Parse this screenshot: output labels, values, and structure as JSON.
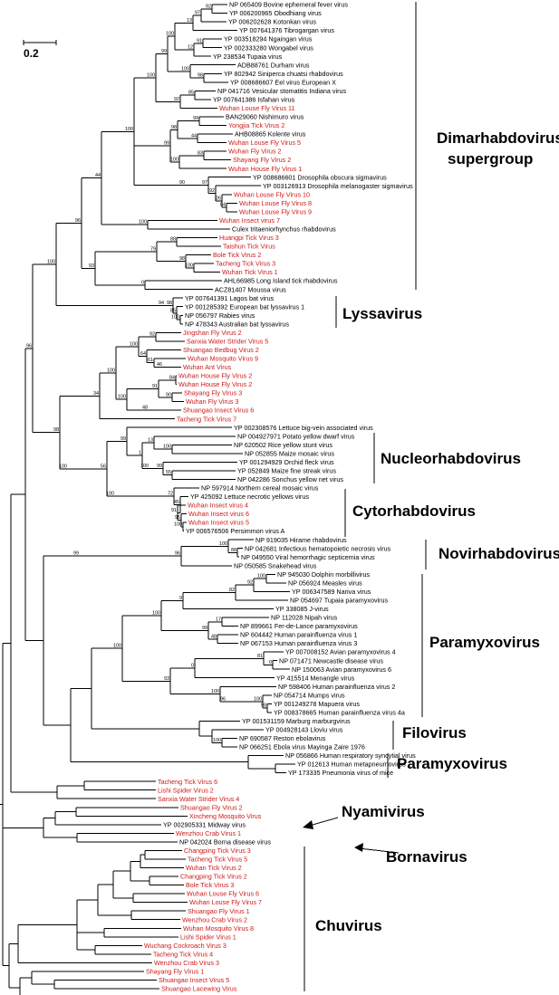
{
  "scale_label": "0.2",
  "colors": {
    "novel": "#cc1a1a",
    "known": "#000000"
  },
  "groups": [
    {
      "label": "Dimarhabdovirus"
    },
    {
      "label": "supergroup"
    },
    {
      "label": "Lyssavirus"
    },
    {
      "label": "Nucleorhabdovirus"
    },
    {
      "label": "Cytorhabdovirus"
    },
    {
      "label": "Novirhabdovirus"
    },
    {
      "label": "Paramyxovirus"
    },
    {
      "label": "Filovirus"
    },
    {
      "label": "Paramyxovirus"
    },
    {
      "label": "Nyamivirus"
    },
    {
      "label": "Bornavirus"
    },
    {
      "label": "Chuvirus"
    }
  ],
  "leaves": [
    {
      "label": "NP 065409 Bovine ephemeral fever virus",
      "red": false
    },
    {
      "label": "YP 006200965 Obodhiang virus",
      "red": false
    },
    {
      "label": "YP 006202628 Kotonkan virus",
      "red": false
    },
    {
      "label": "YP 007641376 Tibrogargan virus",
      "red": false
    },
    {
      "label": "YP 003518294 Ngaingan virus",
      "red": false
    },
    {
      "label": "YP 002333280 Wongabel virus",
      "red": false
    },
    {
      "label": "YP 238534 Tupaia virus",
      "red": false
    },
    {
      "label": "ADB88761 Durham virus",
      "red": false
    },
    {
      "label": "YP 802942 Siniperca chuatsi rhabdovirus",
      "red": false
    },
    {
      "label": "YP 008686607 Eel virus European X",
      "red": false
    },
    {
      "label": "NP 041716 Vesicular stomatitis Indiana virus",
      "red": false
    },
    {
      "label": "YP 007641386 Isfahan virus",
      "red": false
    },
    {
      "label": "Wuhan Louse Fly Virus 11",
      "red": true
    },
    {
      "label": "BAN29060 Nishimuro virus",
      "red": false
    },
    {
      "label": "Yongjia Tick Virus 2",
      "red": true
    },
    {
      "label": "AHB08865 Kolente virus",
      "red": false
    },
    {
      "label": "Wuhan Louse Fly Virus 5",
      "red": true
    },
    {
      "label": "Wuhan Fly Virus 2",
      "red": true
    },
    {
      "label": "Shayang Fly Virus 2",
      "red": true
    },
    {
      "label": "Wuhan House Fly Virus 1",
      "red": true
    },
    {
      "label": "YP 008686601 Drosophila obscura sigmavirus",
      "red": false
    },
    {
      "label": "YP 003126913 Drosophila melanogaster sigmavirus",
      "red": false
    },
    {
      "label": "Wuhan Louse Fly Virus 10",
      "red": true
    },
    {
      "label": "Wuhan Louse Fly Virus 8",
      "red": true
    },
    {
      "label": "Wuhan Louse Fly Virus 9",
      "red": true
    },
    {
      "label": "Wuhan Insect virus 7",
      "red": true
    },
    {
      "label": "Culex tritaeniorhynchus rhabdovirus",
      "red": false
    },
    {
      "label": "Huangpi Tick Virus 3",
      "red": true
    },
    {
      "label": "Taishun Tick Virus",
      "red": true
    },
    {
      "label": "Bole Tick Virus 2",
      "red": true
    },
    {
      "label": "Tacheng Tick Virus 3",
      "red": true
    },
    {
      "label": "Wuhan Tick Virus 1",
      "red": true
    },
    {
      "label": "AHL66985 Long Island tick rhabdovirus",
      "red": false
    },
    {
      "label": "ACZ81407 Moussa virus",
      "red": false
    },
    {
      "label": "YP 007641391 Lagos bat virus",
      "red": false
    },
    {
      "label": "YP 001285392 European bat lyssavirus 1",
      "red": false
    },
    {
      "label": "NP 056797 Rabies virus",
      "red": false
    },
    {
      "label": "NP 478343 Australian bat lyssavirus",
      "red": false
    },
    {
      "label": "Jingshan Fly Virus 2",
      "red": true
    },
    {
      "label": "Sanxia Water Strider Virus 5",
      "red": true
    },
    {
      "label": "Shuangao Bedbug Virus 2",
      "red": true
    },
    {
      "label": "Wuhan Mosquito Virus 9",
      "red": true
    },
    {
      "label": "Wuhan Ant Virus",
      "red": true
    },
    {
      "label": "Wuhan House Fly Virus 2",
      "red": true
    },
    {
      "label": "Wuhan House Fly Virus 2",
      "red": true
    },
    {
      "label": "Shayang Fly Virus 3",
      "red": true
    },
    {
      "label": "Wuhan Fly Virus 3",
      "red": true
    },
    {
      "label": "Shuangao Insect Virus 6",
      "red": true
    },
    {
      "label": "Tacheng Tick Virus 7",
      "red": true
    },
    {
      "label": "YP 002308576 Lettuce big-vein associated virus",
      "red": false
    },
    {
      "label": "NP 004927971 Potato yellow dwarf virus",
      "red": false
    },
    {
      "label": "NP 620502 Rice yellow stunt virus",
      "red": false
    },
    {
      "label": "NP 052855 Maize mosaic virus",
      "red": false
    },
    {
      "label": "YP 001294929 Orchid fleck virus",
      "red": false
    },
    {
      "label": "YP 052849 Maize fine streak virus",
      "red": false
    },
    {
      "label": "NP 042286 Sonchus yellow net virus",
      "red": false
    },
    {
      "label": "NP 597914 Northern cereal mosaic virus",
      "red": false
    },
    {
      "label": "YP 425092 Lettuce necrotic yellows virus",
      "red": false
    },
    {
      "label": "Wuhan Insect virus 4",
      "red": true
    },
    {
      "label": "Wuhan Insect virus 6",
      "red": true
    },
    {
      "label": "Wuhan Insect virus 5",
      "red": true
    },
    {
      "label": "YP 006576506 Persimmon virus A",
      "red": false
    },
    {
      "label": "NP 919035 Hirame rhabdovirus",
      "red": false
    },
    {
      "label": "NP 042681 Infectious hematopoietic necrosis virus",
      "red": false
    },
    {
      "label": "NP 049550 Viral hemorrhagic septicemia virus",
      "red": false
    },
    {
      "label": "NP 050585 Snakehead virus",
      "red": false
    },
    {
      "label": "NP 945030 Dolphin morbillivirus",
      "red": false
    },
    {
      "label": "NP 056924 Measles virus",
      "red": false
    },
    {
      "label": "YP 006347589 Nariva virus",
      "red": false
    },
    {
      "label": "NP 054697 Tupaia paramyxovirus",
      "red": false
    },
    {
      "label": "YP 338085 J-virus",
      "red": false
    },
    {
      "label": "NP 112028 Nipah virus",
      "red": false
    },
    {
      "label": "NP 899661 Fer-de-Lance paramyxovirus",
      "red": false
    },
    {
      "label": "NP 604442 Human parainfluenza virus 1",
      "red": false
    },
    {
      "label": "NP 067153 Human parainfluenza virus 3",
      "red": false
    },
    {
      "label": "YP 007008152 Avian paramyxovirus 4",
      "red": false
    },
    {
      "label": "NP 071471 Newcastle disease virus",
      "red": false
    },
    {
      "label": "NP 150063 Avian paramyxovirus 6",
      "red": false
    },
    {
      "label": "YP 415514 Menangle virus",
      "red": false
    },
    {
      "label": "NP 598406 Human parainfluenza virus 2",
      "red": false
    },
    {
      "label": "NP 054714 Mumps virus",
      "red": false
    },
    {
      "label": "YP 001249278 Mapuera virus",
      "red": false
    },
    {
      "label": "YP 008378665 Human parainfluenza virus 4a",
      "red": false
    },
    {
      "label": "YP 001531159 Marburg marburgvirus",
      "red": false
    },
    {
      "label": "YP 004928143 Lloviu virus",
      "red": false
    },
    {
      "label": "NP 690587 Reston ebolavirus",
      "red": false
    },
    {
      "label": "NP 066251 Ebola virus Mayinga Zaire 1976",
      "red": false
    },
    {
      "label": "NP 056866 Human respiratory syncytial virus",
      "red": false
    },
    {
      "label": "YP 012613 Human metapneumovirus",
      "red": false
    },
    {
      "label": "YP 173335 Pneumonia virus of mice",
      "red": false
    },
    {
      "label": "Tacheng Tick Virus 6",
      "red": true
    },
    {
      "label": "Lishi Spider Virus 2",
      "red": true
    },
    {
      "label": "Sanxia Water Strider Virus 4",
      "red": true
    },
    {
      "label": "Shuangao Fly Virus 2",
      "red": true
    },
    {
      "label": "Xincheng Mosquito Virus",
      "red": true
    },
    {
      "label": "YP 002905331 Midway virus",
      "red": false
    },
    {
      "label": "Wenzhou Crab Virus 1",
      "red": true
    },
    {
      "label": "NP 042024 Borna disease virus",
      "red": false
    },
    {
      "label": "Changping Tick Virus 3",
      "red": true
    },
    {
      "label": "Tacheng Tick Virus 5",
      "red": true
    },
    {
      "label": "Wuhan Tick Virus 2",
      "red": true
    },
    {
      "label": "Changping Tick Virus 2",
      "red": true
    },
    {
      "label": "Bole Tick Virus 3",
      "red": true
    },
    {
      "label": "Wuhan Louse Fly Virus 6",
      "red": true
    },
    {
      "label": "Wuhan Louse Fly Virus 7",
      "red": true
    },
    {
      "label": "Shuangao Fly Virus 1",
      "red": true
    },
    {
      "label": "Wenzhou Crab Virus 2",
      "red": true
    },
    {
      "label": "Wuhan Mosquito Virus 8",
      "red": true
    },
    {
      "label": "Lishi Spider Virus 1",
      "red": true
    },
    {
      "label": "Wuchang Cockroach Virus 3",
      "red": true
    },
    {
      "label": "Tacheng Tick Virus 4",
      "red": true
    },
    {
      "label": "Wenzhou Crab Virus 3",
      "red": true
    },
    {
      "label": "Shayang Fly Virus 1",
      "red": true
    },
    {
      "label": "Shuangao Insect Virus 5",
      "red": true
    },
    {
      "label": "Shuangao Lacewing Virus",
      "red": true
    }
  ],
  "bootstrap": [
    "92",
    "97",
    "13",
    "91",
    "12",
    "100",
    "98",
    "100",
    "99",
    "85",
    "92",
    "100",
    "99",
    "44",
    "98",
    "83",
    "100",
    "99",
    "84",
    "26",
    "92",
    "97",
    "90",
    "100",
    "100",
    "44",
    "88",
    "100",
    "98",
    "79",
    "0",
    "93",
    "96",
    "100",
    "85",
    "98",
    "94",
    "100",
    "92",
    "46",
    "61",
    "64",
    "100",
    "84",
    "90",
    "91",
    "48",
    "100",
    "100",
    "34",
    "100",
    "13",
    "55",
    "99",
    "100",
    "1",
    "99",
    "100",
    "95",
    "91",
    "45",
    "72",
    "100",
    "56",
    "100",
    "98",
    "96",
    "88",
    "100",
    "96",
    "99",
    "100",
    "92",
    "82",
    "9",
    "17",
    "48",
    "99",
    "100",
    "0",
    "81",
    "0",
    "98",
    "100",
    "96",
    "100",
    "93",
    "100",
    "100"
  ]
}
